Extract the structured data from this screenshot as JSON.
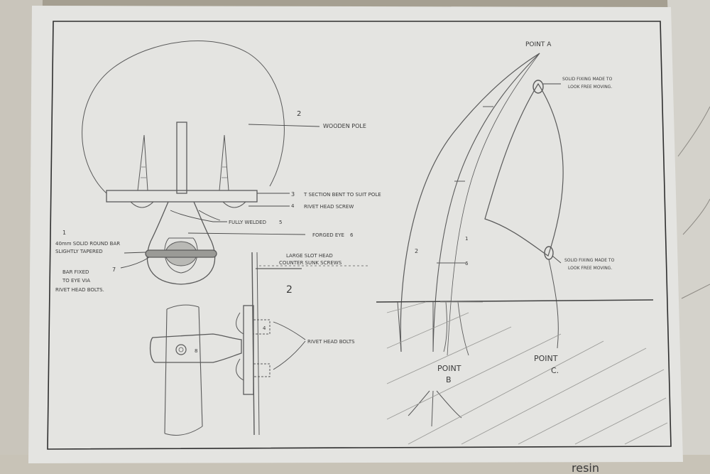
{
  "colors": {
    "table": "#a59f91",
    "paper": "#e6e6e3",
    "paper_shade": "#d6d6d2",
    "pencil": "#4a4a4a",
    "pencil_light": "#8a8a8a",
    "frame": "#2f2f2f"
  },
  "labels": {
    "wooden_pole": "WOODEN POLE",
    "tsection": "T SECTION BENT TO SUIT POLE",
    "rivet_head_screw": "RIVET HEAD SCREW",
    "fully_welded": "FULLY WELDED",
    "forged_eye": "FORGED EYE",
    "round_bar_1": "40mm SOLID ROUND BAR",
    "round_bar_2": "SLIGHTLY TAPERED",
    "bar_fixed_1": "BAR FIXED",
    "bar_fixed_2": "TO EYE VIA",
    "bar_fixed_3": "RIVET HEAD BOLTS.",
    "large_head_1": "LARGE SLOT HEAD",
    "large_head_2": "COUNTER SUNK SCREWS",
    "rivet_head_bolts": "RIVET HEAD BOLTS",
    "point_a": "POINT A",
    "solid_fixing_top_1": "SOLID FIXING MADE TO",
    "solid_fixing_top_2": "LOOK FREE MOVING.",
    "solid_fixing_bot_1": "SOLID FIXING MADE TO",
    "solid_fixing_bot_2": "LOOK FREE MOVING.",
    "point_b_1": "POINT",
    "point_b_2": "B",
    "point_c_1": "POINT",
    "point_c_2": "C.",
    "num_2_pole": "2",
    "num_3": "3",
    "num_4": "4",
    "num_5": "5",
    "num_6": "6",
    "num_1": "1",
    "num_7": "7",
    "num_2_side": "2",
    "num_4_side": "4",
    "num_8": "8",
    "num_2_right": "2",
    "num_1_right": "1",
    "num_6_right": "6",
    "under_text": "resin"
  }
}
